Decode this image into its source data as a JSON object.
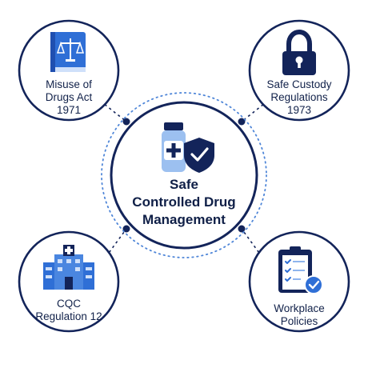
{
  "center": {
    "title_lines": [
      "Safe",
      "Controlled Drug",
      "Management"
    ],
    "icon": "medicine-bottle-shield-check-icon"
  },
  "nodes": [
    {
      "id": "misuse-of-drugs-act",
      "icon": "law-book-scales-icon",
      "label_lines": [
        "Misuse of",
        "Drugs Act",
        "1971"
      ]
    },
    {
      "id": "safe-custody-regulations",
      "icon": "padlock-icon",
      "label_lines": [
        "Safe Custody",
        "Regulations",
        "1973"
      ]
    },
    {
      "id": "cqc-regulation-12",
      "icon": "hospital-building-icon",
      "label_lines": [
        "CQC",
        "Regulation 12"
      ]
    },
    {
      "id": "workplace-policies",
      "icon": "clipboard-checklist-icon",
      "label_lines": [
        "Workplace",
        "Policies"
      ]
    }
  ],
  "colors": {
    "navy": "#13245a",
    "blue": "#2f6fd6",
    "light_blue": "#8fb5ee",
    "pale_blue": "#cfe0fa"
  }
}
